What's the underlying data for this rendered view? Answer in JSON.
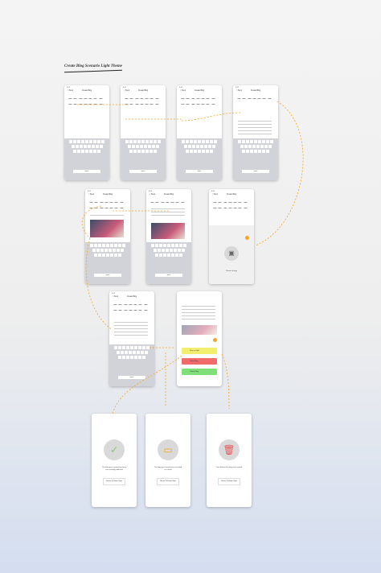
{
  "heading": "Create Blog Scenario Light Theme",
  "status_time": "9:41",
  "nav_title": "Create Blog",
  "nav_back": "< Back",
  "keyboard_space": "space",
  "choose_image": "Choose Image",
  "menu": {
    "save_draft": "Save as draft",
    "delete": "Delete Blog",
    "publish": "Publish Blog"
  },
  "results": [
    {
      "icon": "✓",
      "message": "The blog you created has been successfully published",
      "button": "Return To Home Page",
      "color": "#7ccf5a"
    },
    {
      "icon": "▭",
      "message": "The blog you created was recorded as a draft",
      "button": "Return To Home Page",
      "color": "#f5a623"
    },
    {
      "icon": "🗑",
      "message": "You deleted the blog you created",
      "button": "Return To Home Page",
      "color": "#e85a5a"
    }
  ],
  "accent": "#f5a623",
  "colors": {
    "draft": "#f3ef6e",
    "delete": "#f16b6b",
    "publish": "#7fe07a"
  }
}
